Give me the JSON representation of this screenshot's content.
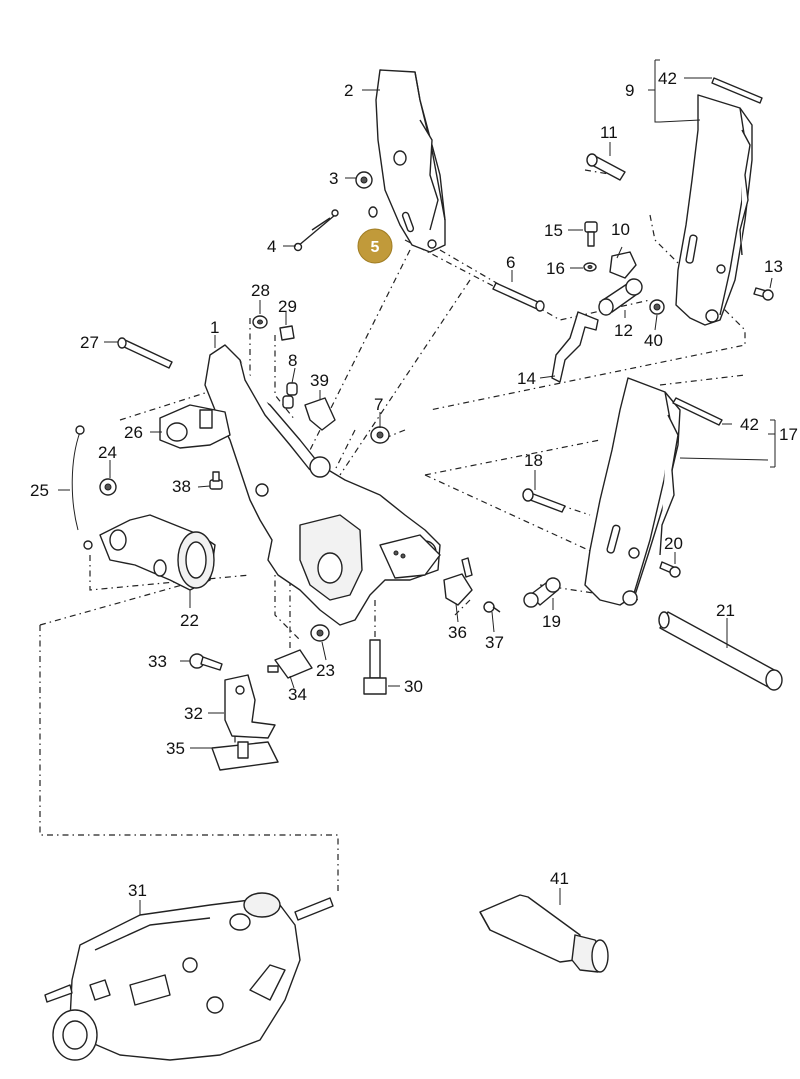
{
  "labels": {
    "l1": "1",
    "l2": "2",
    "l3": "3",
    "l4": "4",
    "l5": "5",
    "l6": "6",
    "l7": "7",
    "l8": "8",
    "l9": "9",
    "l10": "10",
    "l11": "11",
    "l12": "12",
    "l13": "13",
    "l14": "14",
    "l15": "15",
    "l16": "16",
    "l17": "17",
    "l18": "18",
    "l19": "19",
    "l20": "20",
    "l21": "21",
    "l22": "22",
    "l23": "23",
    "l24": "24",
    "l25": "25",
    "l26": "26",
    "l27": "27",
    "l28": "28",
    "l29": "29",
    "l30": "30",
    "l31": "31",
    "l32": "32",
    "l33": "33",
    "l34": "34",
    "l35": "35",
    "l36": "36",
    "l37": "37",
    "l38": "38",
    "l39": "39",
    "l40": "40",
    "l41": "41",
    "l42a": "42",
    "l42b": "42"
  },
  "highlight": {
    "color": "#c19a3a",
    "text_color": "#ffffff"
  }
}
